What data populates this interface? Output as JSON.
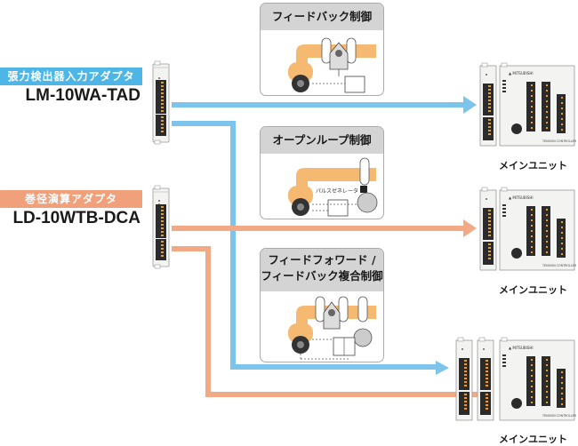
{
  "colors": {
    "blue": "#7cc4ec",
    "salmon": "#f2aa86",
    "panel_header": "#d4d4d4",
    "roll_orange": "#f5b971"
  },
  "adapters": [
    {
      "tag": "張力検出器入力アダプタ",
      "model": "LM-10WA-TAD",
      "color": "#4eb6e6"
    },
    {
      "tag": "巻径演算アダプタ",
      "model": "LD-10WTB-DCA",
      "color": "#f0a07a"
    }
  ],
  "panels": [
    {
      "title_lines": [
        "フィードバック制御"
      ]
    },
    {
      "title_lines": [
        "オープンループ制御"
      ],
      "pulse_label": "パルスゼネレータ"
    },
    {
      "title_lines": [
        "フィードフォワード /",
        "フィードバック複合制御"
      ]
    }
  ],
  "units": [
    {
      "caption": "メインユニット",
      "brand": "MITSUBISHI",
      "panel_label": "TENSION CONTROLLER"
    },
    {
      "caption": "メインユニット",
      "brand": "MITSUBISHI",
      "panel_label": "TENSION CONTROLLER"
    },
    {
      "caption": "メインユニット",
      "brand": "MITSUBISHI",
      "panel_label": "TENSION CONTROLLER"
    }
  ]
}
